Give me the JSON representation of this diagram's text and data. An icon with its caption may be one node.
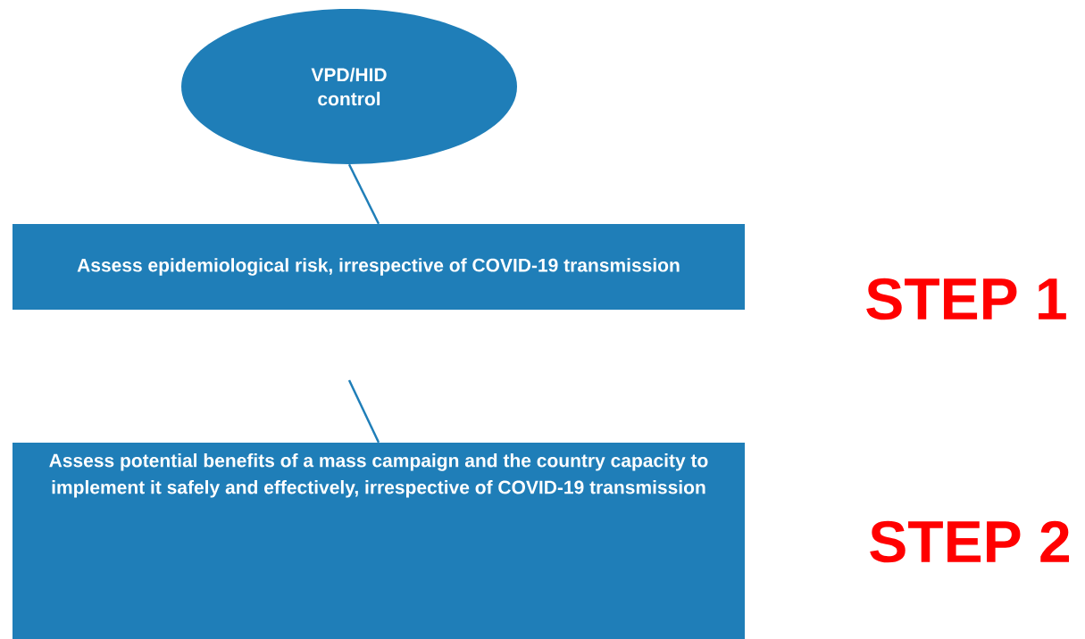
{
  "diagram": {
    "nodes": [
      {
        "text": [
          "VPD/HID control"
        ]
      },
      {
        "text": [
          "Assess epidemiological risk, irrespective of COVID-19 transmission"
        ]
      },
      {
        "text": [
          "Assess potential benefits of a mass campaign and the country capacity to implement it safely and effectively, irrespective of COVID-19 transmission"
        ]
      }
    ],
    "edges": [
      {
        "from": 0,
        "to": 1,
        "arrow": "none"
      },
      {
        "from": null,
        "to": 2,
        "arrow": "none"
      }
    ],
    "labels": [
      "STEP 1",
      "STEP 2"
    ]
  }
}
